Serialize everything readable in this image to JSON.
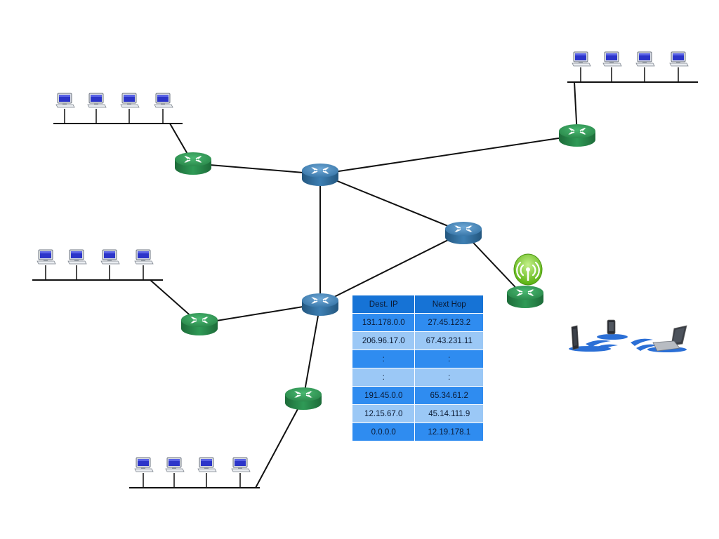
{
  "routing_table": {
    "headers": [
      "Dest. IP",
      "Next Hop"
    ],
    "rows": [
      [
        "131.178.0.0",
        "27.45.123.2"
      ],
      [
        "206.96.17.0",
        "67.43.231.11"
      ],
      [
        ":",
        ":"
      ],
      [
        ":",
        ":"
      ],
      [
        "191.45.0.0",
        "65.34.61.2"
      ],
      [
        "12.15.67.0",
        "45.14.111.9"
      ],
      [
        "0.0.0.0",
        "12.19.178.1"
      ]
    ]
  },
  "colors": {
    "edge_router": "#2f9a56",
    "core_router": "#3d7fb3",
    "link": "#111111",
    "wireless_badge": "#7ccc2a",
    "wireless_waves": "#2b6fd6"
  },
  "icons": {
    "router": "router-icon",
    "computer": "desktop-computer-icon",
    "wireless": "wireless-antenna-icon"
  }
}
